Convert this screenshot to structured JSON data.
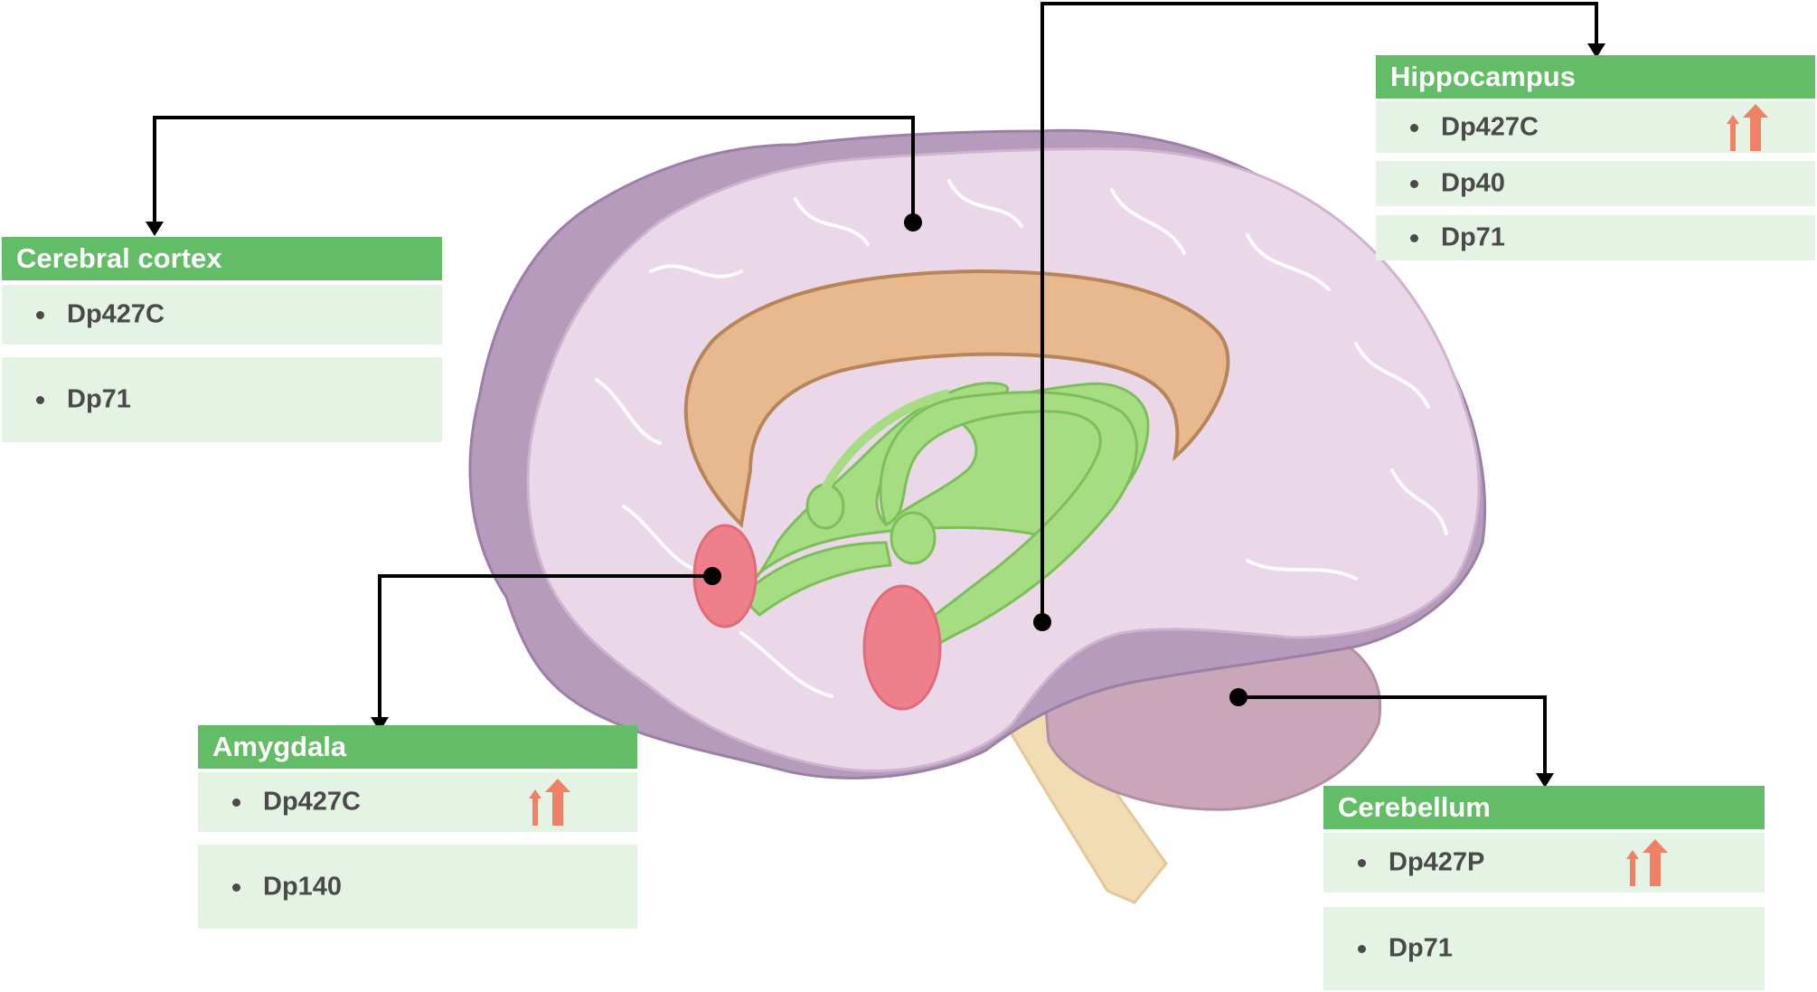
{
  "regions": {
    "cortex": {
      "title": "Cerebral cortex",
      "items": [
        {
          "label": "Dp427C",
          "upregulated": false
        },
        {
          "label": "Dp71",
          "upregulated": false
        }
      ]
    },
    "hippocampus": {
      "title": "Hippocampus",
      "items": [
        {
          "label": "Dp427C",
          "upregulated": true
        },
        {
          "label": "Dp40",
          "upregulated": false
        },
        {
          "label": "Dp71",
          "upregulated": false
        }
      ]
    },
    "amygdala": {
      "title": "Amygdala",
      "items": [
        {
          "label": "Dp427C",
          "upregulated": true
        },
        {
          "label": "Dp140",
          "upregulated": false
        }
      ]
    },
    "cerebellum": {
      "title": "Cerebellum",
      "items": [
        {
          "label": "Dp427P",
          "upregulated": true
        },
        {
          "label": "Dp71",
          "upregulated": false
        }
      ]
    }
  },
  "colors": {
    "header": "#63bd66",
    "row": "#e4f3e4",
    "arrow": "#f08066",
    "connector": "#000000"
  },
  "icons": {
    "upregulation": "double-up-arrow-icon"
  }
}
